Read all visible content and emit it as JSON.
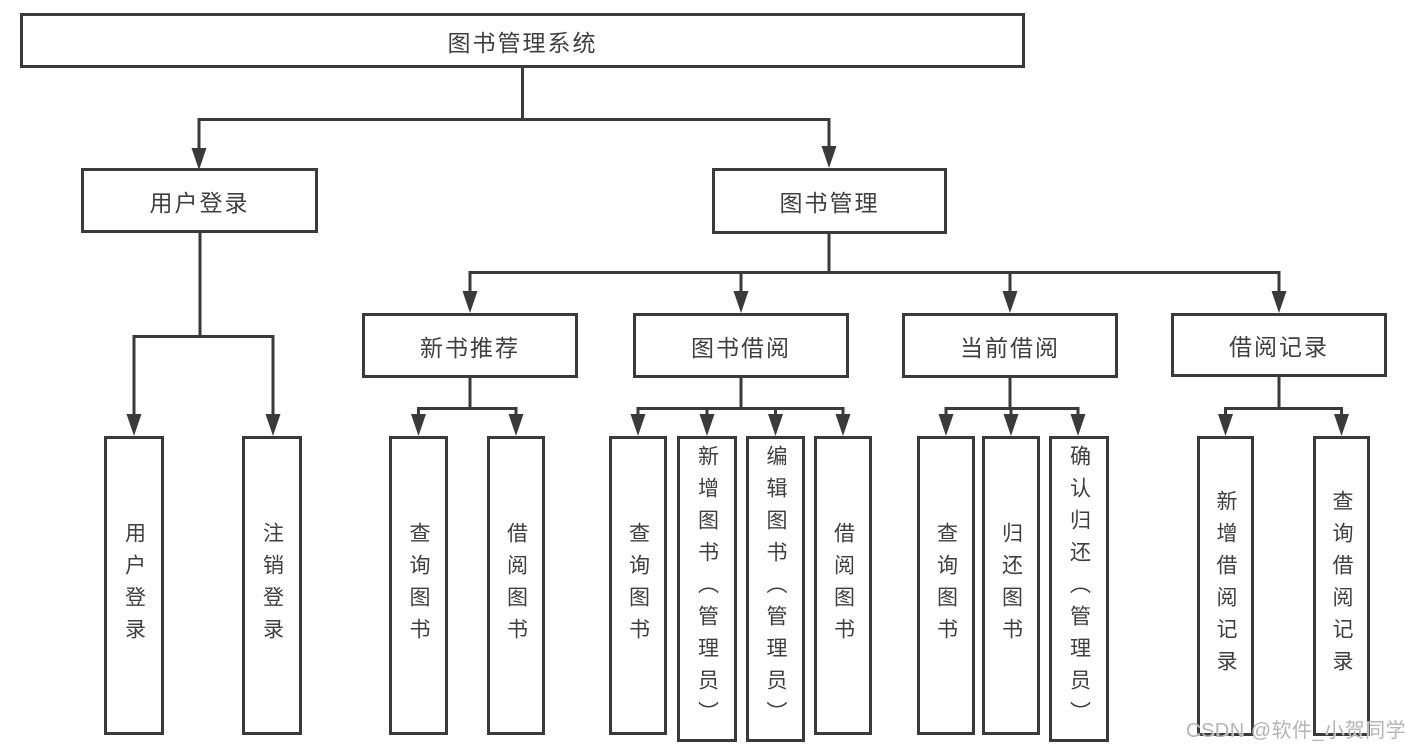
{
  "nodes": {
    "root": "图书管理系统",
    "user_login": "用户登录",
    "book_mgmt": "图书管理",
    "new_book_rec": "新书推荐",
    "book_borrowing": "图书借阅",
    "current_borrowing": "当前借阅",
    "borrowing_records": "借阅记录",
    "leaf_user_login": "用户登录",
    "leaf_logout": "注销登录",
    "leaf_query_books_rec": "查询图书",
    "leaf_borrow_books_rec": "借阅图书",
    "leaf_query_books_borrowing": "查询图书",
    "leaf_add_books_admin": "新增图书（管理员）",
    "leaf_edit_books_admin": "编辑图书（管理员）",
    "leaf_borrow_books_borrowing": "借阅图书",
    "leaf_query_books_current": "查询图书",
    "leaf_return_books": "归还图书",
    "leaf_confirm_return_admin": "确认归还（管理员）",
    "leaf_add_borrow_record": "新增借阅记录",
    "leaf_query_borrow_record": "查询借阅记录"
  },
  "edges": [
    [
      "图书管理系统",
      "用户登录"
    ],
    [
      "图书管理系统",
      "图书管理"
    ],
    [
      "用户登录",
      "用户登录"
    ],
    [
      "用户登录",
      "注销登录"
    ],
    [
      "图书管理",
      "新书推荐"
    ],
    [
      "图书管理",
      "图书借阅"
    ],
    [
      "图书管理",
      "当前借阅"
    ],
    [
      "图书管理",
      "借阅记录"
    ],
    [
      "新书推荐",
      "查询图书"
    ],
    [
      "新书推荐",
      "借阅图书"
    ],
    [
      "图书借阅",
      "查询图书"
    ],
    [
      "图书借阅",
      "新增图书（管理员）"
    ],
    [
      "图书借阅",
      "编辑图书（管理员）"
    ],
    [
      "图书借阅",
      "借阅图书"
    ],
    [
      "当前借阅",
      "查询图书"
    ],
    [
      "当前借阅",
      "归还图书"
    ],
    [
      "当前借阅",
      "确认归还（管理员）"
    ],
    [
      "借阅记录",
      "新增借阅记录"
    ],
    [
      "借阅记录",
      "查询借阅记录"
    ]
  ],
  "watermark": {
    "text": "CSDN @软件_小贺同学"
  },
  "colors": {
    "line": "#3a3a3a",
    "box_border": "#3a3a3a",
    "text": "#3f3f3f",
    "watermark": "#b5b5b5",
    "background": "#ffffff"
  }
}
